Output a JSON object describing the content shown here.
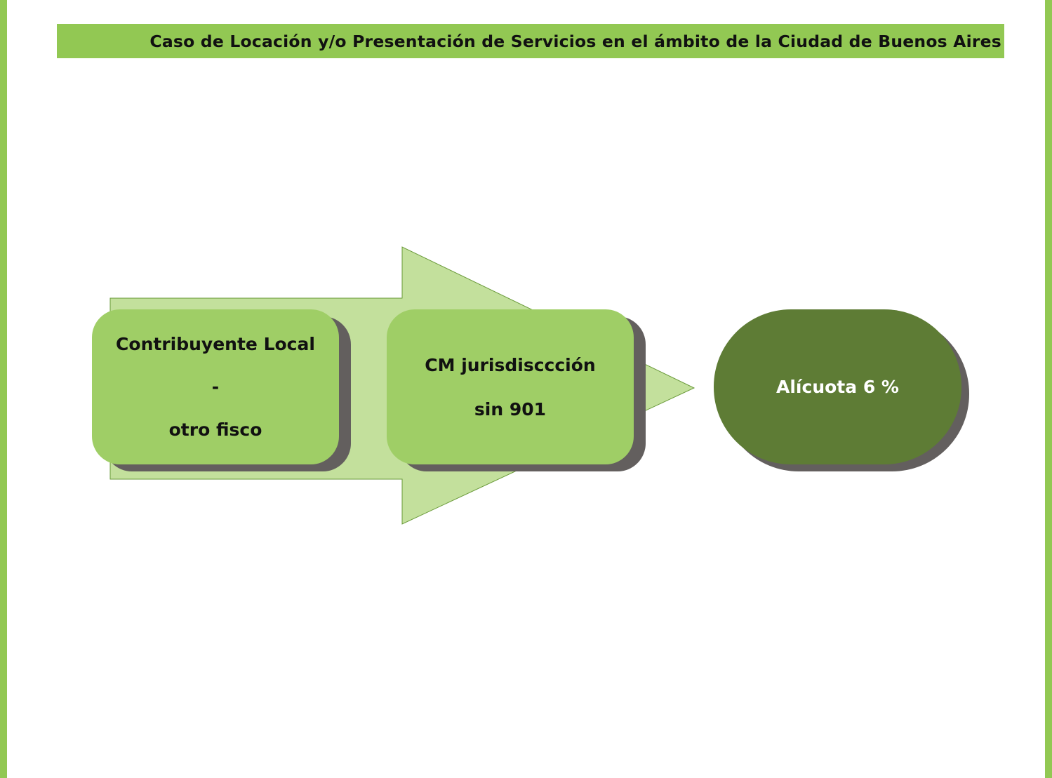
{
  "title": "Caso de Locación y/o Presentación de Servicios en el ámbito de la Ciudad de Buenos Aires",
  "steps": [
    {
      "lines": [
        "Contribuyente Local",
        "-",
        "otro fisco"
      ]
    },
    {
      "lines": [
        "CM jurisdisccción",
        "sin 901"
      ]
    }
  ],
  "result": "Alícuota 6 %",
  "colors": {
    "accent": "#92c853",
    "box": "#9fce66",
    "arrow": "#c3e09c",
    "result": "#5e7c35",
    "shadow": "#635f5e"
  }
}
